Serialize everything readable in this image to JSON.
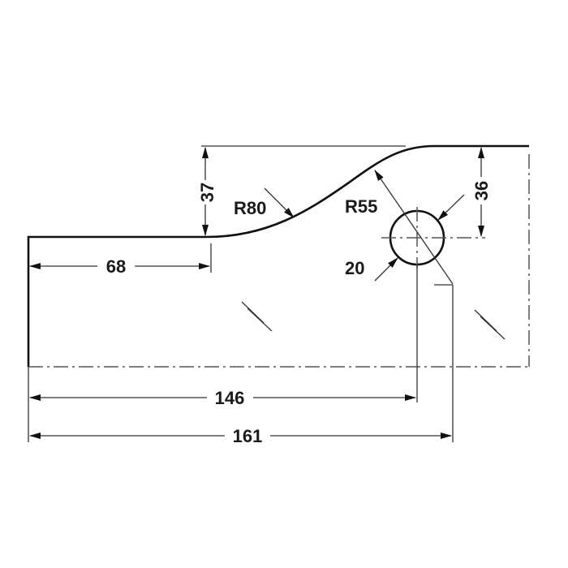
{
  "drawing": {
    "dimensions": {
      "height_left": "37",
      "height_right": "36",
      "radius_large": "R80",
      "radius_small": "R55",
      "hole_diameter": "20",
      "offset_curve": "68",
      "hole_position": "146",
      "overall_length": "161"
    },
    "line_color": "#111111"
  }
}
